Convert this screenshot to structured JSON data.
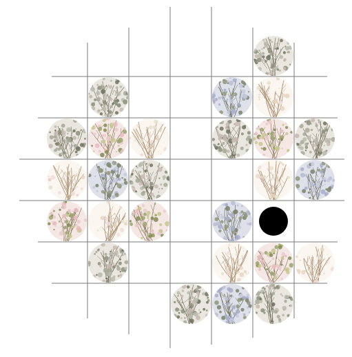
{
  "game": {
    "type": "tile-matching board",
    "tile_patterns": [
      "gray-shrub",
      "blue-gray-shrub",
      "beige-branches",
      "pink-green-shrub"
    ],
    "colors": {
      "background": "#ffffff",
      "grid_line": "#7a7a7a",
      "selected_token": "#000000"
    },
    "tiles": [
      {
        "row": 0,
        "col": 5,
        "pattern": "gray-shrub"
      },
      {
        "row": 1,
        "col": 1,
        "pattern": "gray-shrub"
      },
      {
        "row": 1,
        "col": 4,
        "pattern": "blue-gray-shrub"
      },
      {
        "row": 1,
        "col": 5,
        "pattern": "beige-branches"
      },
      {
        "row": 2,
        "col": 0,
        "pattern": "gray-shrub"
      },
      {
        "row": 2,
        "col": 1,
        "pattern": "pink-green-shrub"
      },
      {
        "row": 2,
        "col": 2,
        "pattern": "beige-branches"
      },
      {
        "row": 2,
        "col": 4,
        "pattern": "gray-shrub"
      },
      {
        "row": 2,
        "col": 5,
        "pattern": "pink-green-shrub"
      },
      {
        "row": 2,
        "col": 6,
        "pattern": "gray-shrub"
      },
      {
        "row": 3,
        "col": 0,
        "pattern": "beige-branches"
      },
      {
        "row": 3,
        "col": 1,
        "pattern": "blue-gray-shrub"
      },
      {
        "row": 3,
        "col": 2,
        "pattern": "gray-shrub"
      },
      {
        "row": 3,
        "col": 5,
        "pattern": "beige-branches"
      },
      {
        "row": 3,
        "col": 6,
        "pattern": "blue-gray-shrub"
      },
      {
        "row": 4,
        "col": 0,
        "pattern": "pink-green-shrub"
      },
      {
        "row": 4,
        "col": 1,
        "pattern": "beige-branches"
      },
      {
        "row": 4,
        "col": 2,
        "pattern": "pink-green-shrub"
      },
      {
        "row": 4,
        "col": 4,
        "pattern": "blue-gray-shrub"
      },
      {
        "row": 4,
        "col": 5,
        "pattern": "black-token"
      },
      {
        "row": 5,
        "col": 1,
        "pattern": "gray-shrub"
      },
      {
        "row": 5,
        "col": 4,
        "pattern": "beige-branches"
      },
      {
        "row": 5,
        "col": 5,
        "pattern": "pink-green-shrub"
      },
      {
        "row": 5,
        "col": 6,
        "pattern": "beige-branches"
      },
      {
        "row": 6,
        "col": 3,
        "pattern": "gray-shrub"
      },
      {
        "row": 6,
        "col": 4,
        "pattern": "blue-gray-shrub"
      },
      {
        "row": 6,
        "col": 5,
        "pattern": "gray-shrub"
      }
    ]
  }
}
